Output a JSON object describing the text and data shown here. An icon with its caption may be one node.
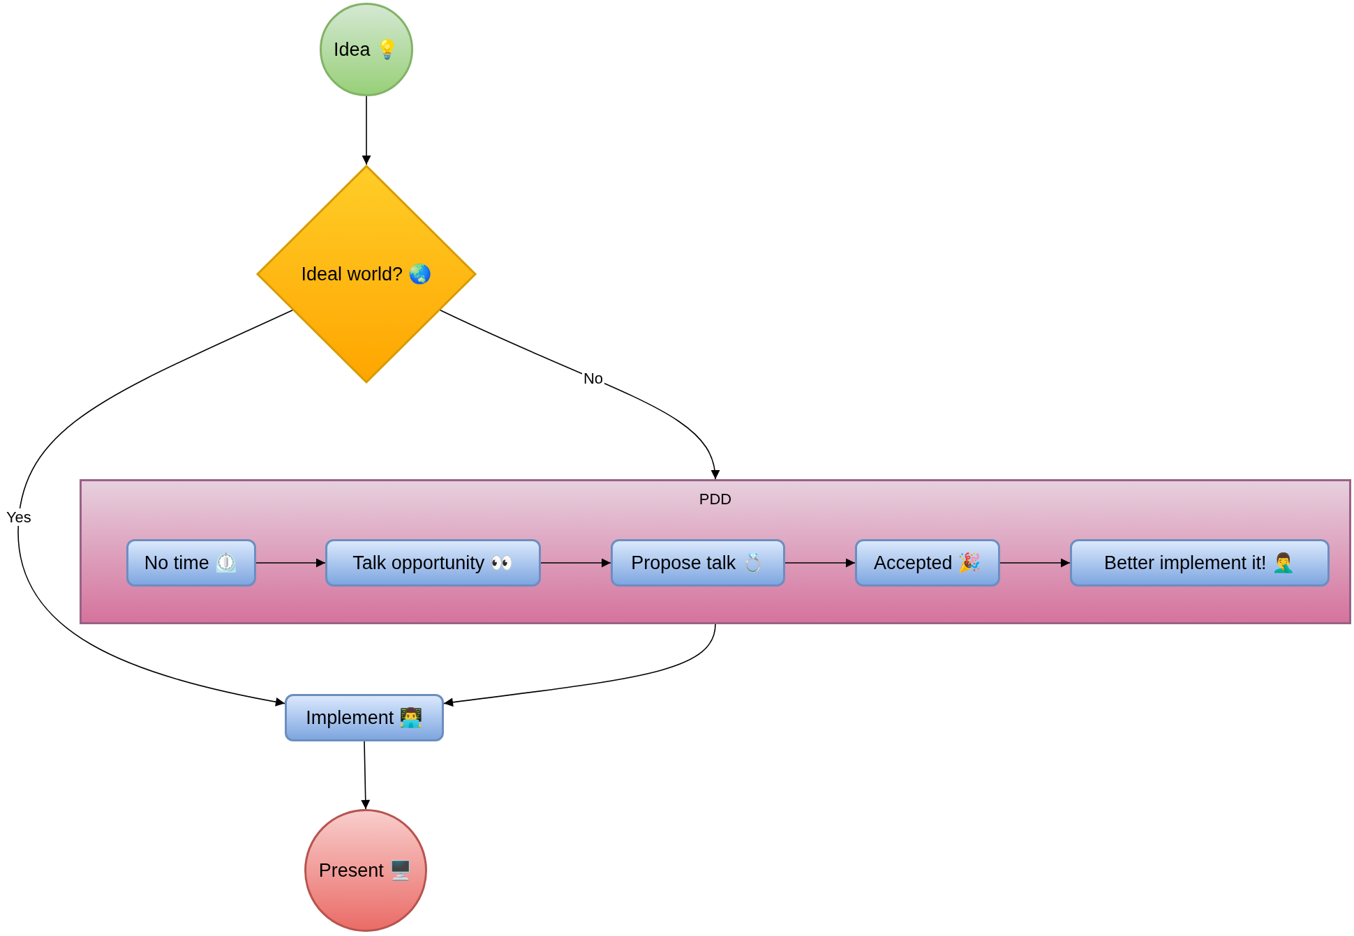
{
  "diagram": {
    "nodes": [
      {
        "text": [
          "Idea 💡"
        ]
      },
      {
        "text": [
          "Ideal world? 🌏"
        ]
      },
      {
        "text": [
          "PDD"
        ]
      },
      {
        "text": [
          "No time ⏲️"
        ],
        "in": 2
      },
      {
        "text": [
          "Talk opportunity 👀"
        ],
        "in": 2
      },
      {
        "text": [
          "Propose talk 💍"
        ],
        "in": 2
      },
      {
        "text": [
          "Accepted 🎉"
        ],
        "in": 2
      },
      {
        "text": [
          "Better implement it! 🤦‍♂️"
        ],
        "in": 2
      },
      {
        "text": [
          "Implement 👨‍💻"
        ]
      },
      {
        "text": [
          "Present 🖥️"
        ]
      }
    ],
    "edges": [
      {
        "from": 0,
        "to": 1,
        "arrow": "to"
      },
      {
        "from": 1,
        "to": 2,
        "arrow": "to",
        "label": "No"
      },
      {
        "from": 1,
        "to": 8,
        "arrow": "to",
        "label": "Yes"
      },
      {
        "from": 3,
        "to": 4,
        "arrow": "to"
      },
      {
        "from": 4,
        "to": 5,
        "arrow": "to"
      },
      {
        "from": 5,
        "to": 6,
        "arrow": "to"
      },
      {
        "from": 6,
        "to": 7,
        "arrow": "to"
      },
      {
        "from": 2,
        "to": 8,
        "arrow": "to"
      },
      {
        "from": 8,
        "to": 9,
        "arrow": "to"
      }
    ]
  }
}
